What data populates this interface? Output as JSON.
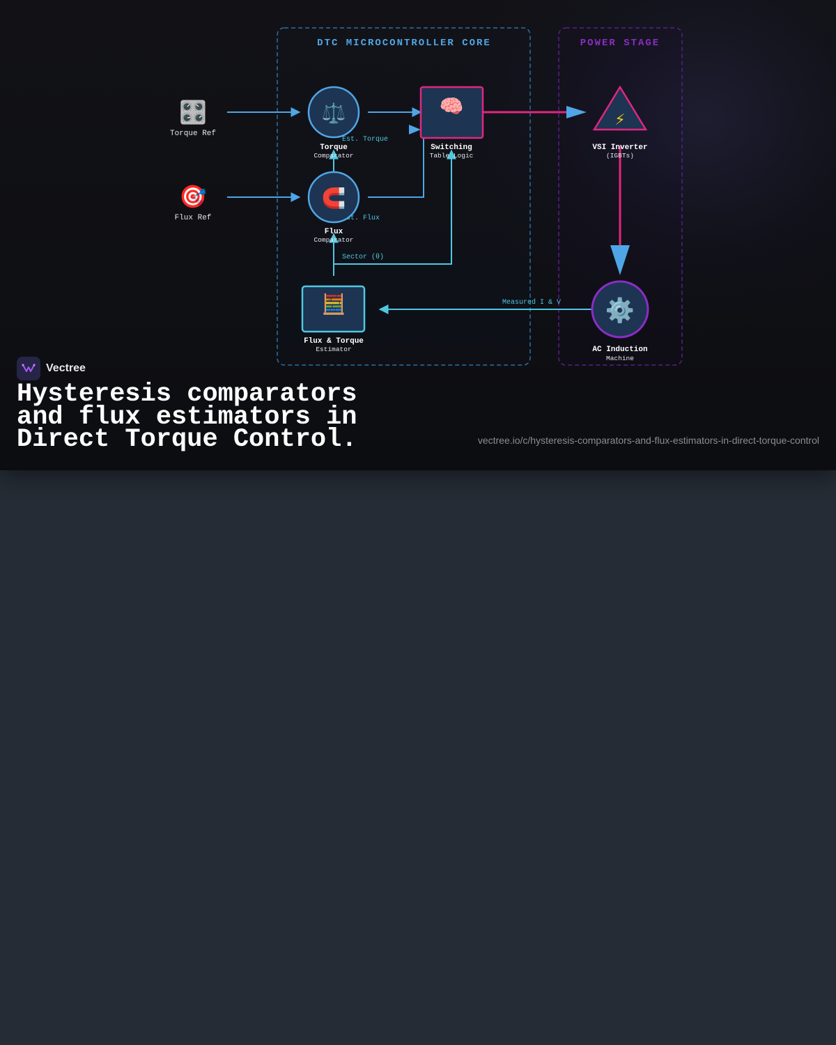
{
  "colors": {
    "core_border": "#2d6fa3",
    "core_title": "#4fa6e6",
    "power_border": "#5a1e8c",
    "power_title": "#8a2dc4",
    "blue_arrow": "#4fa6e6",
    "cyan_arrow": "#4fc8e0",
    "pink_arrow": "#e0277f",
    "node_fill": "#1d3453"
  },
  "groups": {
    "core": "DTC MICROCONTROLLER CORE",
    "power": "POWER STAGE"
  },
  "inputs": {
    "torque_ref": {
      "label": "Torque Ref",
      "icon": "control-knobs-icon",
      "glyph": "🎛️"
    },
    "flux_ref": {
      "label": "Flux Ref",
      "icon": "target-icon",
      "glyph": "🎯"
    }
  },
  "nodes": {
    "torque_comparator": {
      "title": "Torque",
      "subtitle": "Comparator",
      "icon": "balance-scale-icon",
      "glyph": "⚖️"
    },
    "flux_comparator": {
      "title": "Flux",
      "subtitle": "Comparator",
      "icon": "magnet-icon",
      "glyph": "🧲"
    },
    "switching": {
      "title": "Switching",
      "subtitle": "Table Logic",
      "icon": "brain-icon",
      "glyph": "🧠"
    },
    "estimator": {
      "title": "Flux & Torque",
      "subtitle": "Estimator",
      "icon": "abacus-icon",
      "glyph": "🧮"
    },
    "inverter": {
      "title": "VSI Inverter",
      "subtitle": "(IGBTs)",
      "icon": "lightning-icon",
      "glyph": "⚡"
    },
    "machine": {
      "title": "AC Induction",
      "subtitle": "Machine",
      "icon": "gear-icon",
      "glyph": "⚙️"
    }
  },
  "edge_labels": {
    "est_torque": "Est. Torque",
    "est_flux": "Est. Flux",
    "sector": "Sector (θ)",
    "measured": "Measured I & V"
  },
  "footer": {
    "brand": "Vectree",
    "title": "Hysteresis comparators and flux estimators in Direct Torque Control.",
    "url": "vectree.io/c/hysteresis-comparators-and-flux-estimators-in-direct-torque-control"
  }
}
